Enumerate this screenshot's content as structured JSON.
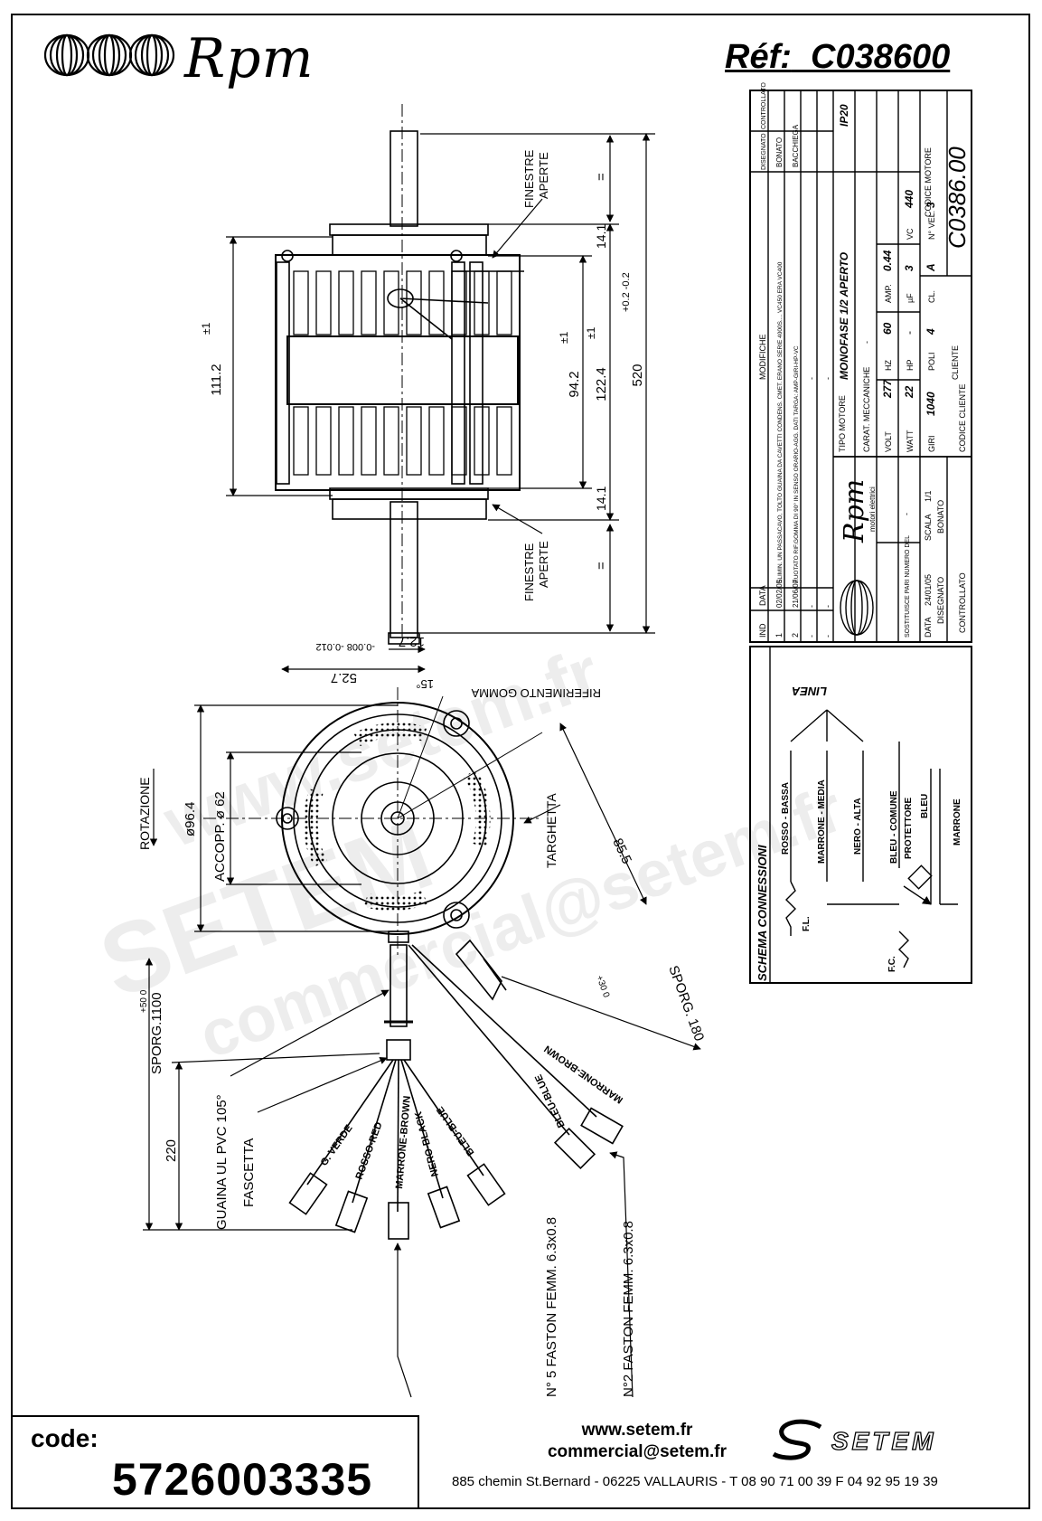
{
  "header": {
    "brand": "Rpm",
    "ref_label": "Réf:",
    "ref_value": "C038600"
  },
  "dims": {
    "d111": "111.2",
    "d111_tol": "±1",
    "d94": "94.2",
    "d94_tol": "±1",
    "d122": "122.4",
    "d122_tol": "±1",
    "d520": "520",
    "d520_tol": "+0.2 -0.2",
    "d14a": "14.1",
    "d14b": "14.1",
    "eq": "=",
    "finestre": "FINESTRE",
    "aperte": "APERTE",
    "shaft": "12.7",
    "shaft_tol": "-0.008 -0.012",
    "d52": "52.7",
    "angle": "15°",
    "riferimento": "RIFERIMENTO GOMMA",
    "rotazione": "ROTAZIONE",
    "d96": "ø96.4",
    "accopp": "ACCOPP. ø 62",
    "d85": "85.5",
    "targhetta": "TARGHETTA",
    "sporg180": "SPORG. 180",
    "sporg180_tol": "+30 0",
    "sporg1100": "SPORG.1100",
    "sporg1100_tol": "+50 0",
    "d220": "220",
    "guaina": "GUAINA UL PVC 105°",
    "fascetta": "FASCETTA",
    "faston5": "N° 5 FASTON FEMM. 6.3x0.8",
    "faston2": "N°2 FASTON FEMM. 6.3x0.8"
  },
  "wires": [
    "G. VERDE",
    "ROSSO-RED",
    "MARRONE-BROWN",
    "NERO-BLACK",
    "BLEU-BLUE",
    "BLEU-BLUE",
    "MARRONE-BROWN"
  ],
  "titleblock": {
    "revisions": [
      {
        "n": "-",
        "data": "-",
        "text": "-"
      },
      {
        "n": "-",
        "data": "-",
        "text": "-"
      },
      {
        "n": "-",
        "data": "-",
        "text": "-"
      },
      {
        "n": "2",
        "data": "21/06/07",
        "text": "RUOTATO RIF.GOMMA DI 90° IN SENSO ORARIO-AGG. DATI TARGA: AMP-GIRI-HP-VC"
      },
      {
        "n": "1",
        "data": "02/02/05",
        "text": "ELIMIN. UN PASSACAVO, TOLTO GUAINA DA CAVETTI CONDENS. CMET. ERANO SERIE 4000S.... VC450 ERA VC400"
      }
    ],
    "rev_heads": {
      "ind": "IND",
      "data": "DATA",
      "modifiche": "MODIFICHE",
      "disegnato": "DISEGNATO",
      "controllato": "CONTROLLATO"
    },
    "rev_signs": {
      "r2_dis": "BACCHIEGA",
      "r2_ctl": "",
      "r1_dis": "BONATO",
      "r1_ctl": ""
    },
    "tipo_label": "TIPO MOTORE",
    "tipo_value": "MONOFASE 1/2 APERTO",
    "ip": "IP20",
    "carat_label": "CARAT. MECCANICHE",
    "carat_value": "-",
    "volt_label": "VOLT",
    "volt": "277",
    "hz_label": "HZ",
    "hz": "60",
    "amp_label": "AMP.",
    "amp": "0.44",
    "watt_label": "WATT",
    "watt": "22",
    "hp_label": "HP",
    "hp": "-",
    "uf_label": "µF",
    "uf": "3",
    "vc_label": "VC",
    "vc": "440",
    "giri_label": "GIRI",
    "giri": "1040",
    "poli_label": "POLI",
    "poli": "4",
    "cl_label": "CL.",
    "cl": "A",
    "nvel_label": "N° VEL.",
    "nvel": "3",
    "company": "Rpm",
    "company_sub": "motori elettrici",
    "sostituisce": "SOSTITUISCE PARI NUMERO DEL",
    "sost_val": "-",
    "data_label": "DATA",
    "data": "24/01/05",
    "scala_label": "SCALA",
    "scala": "1/1",
    "disegnato_label": "DISEGNATO",
    "disegnato": "BONATO",
    "controllato_label": "CONTROLLATO",
    "cliente_label": "CLIENTE",
    "codice_motore_label": "CODICE MOTORE",
    "codice_motore": "C0386.00",
    "codice_cliente_label": "CODICE CLIENTE"
  },
  "schema": {
    "title": "SCHEMA CONNESSIONI",
    "linea": "LINEA",
    "rows": [
      "ROSSO - BASSA",
      "MARRONE - MEDIA",
      "NERO - ALTA",
      "BLEU - COMUNE",
      "BLEU",
      "MARRONE"
    ],
    "protettore": "PROTETTORE",
    "fl": "F.L.",
    "fc": "F.C."
  },
  "footer": {
    "code_label": "code:",
    "code_value": "5726003335",
    "web": "www.setem.fr",
    "email": "commercial@setem.fr",
    "address": "885 chemin St.Bernard  -  06225 VALLAURIS  -  T 08 90 71 00 39   F 04 92 95 19 39",
    "setem": "SETEM"
  },
  "watermarks": [
    "www.setem.fr",
    "SETEM",
    "commercial@setem.fr"
  ]
}
